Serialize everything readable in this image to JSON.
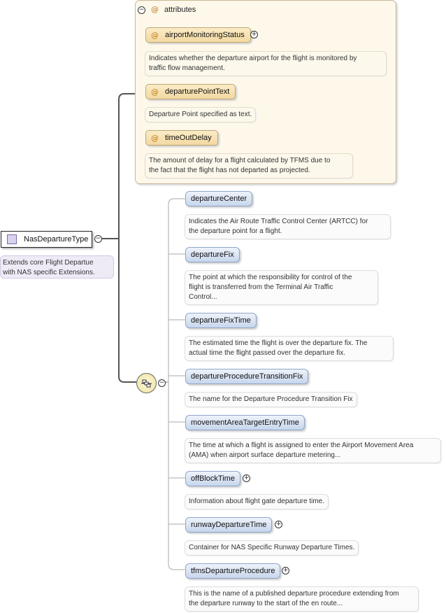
{
  "root": {
    "name": "NasDepartureType",
    "annotation": [
      "Extends core Flight Departue",
      "with NAS specific Extensions."
    ]
  },
  "attributes": {
    "title": "attributes",
    "items": [
      {
        "name": "airportMonitoringStatus",
        "expandable": true,
        "annotation": [
          "Indicates whether the departure airport for the flight is monitored by",
          "traffic flow management."
        ]
      },
      {
        "name": "departurePointText",
        "expandable": false,
        "annotation": [
          "Departure Point specified as text."
        ]
      },
      {
        "name": "timeOutDelay",
        "expandable": false,
        "annotation": [
          "The amount of delay for a flight calculated by TFMS due to",
          "the fact that the flight has not departed as projected."
        ]
      }
    ]
  },
  "elements": [
    {
      "name": "departureCenter",
      "expandable": false,
      "annotation": [
        "Indicates the Air Route Traffic Control Center (ARTCC) for",
        "the departure point for a flight."
      ]
    },
    {
      "name": "departureFix",
      "expandable": false,
      "annotation": [
        "The point at which the responsibility for control of the",
        "flight is transferred from the Terminal Air Traffic",
        "Control..."
      ]
    },
    {
      "name": "departureFixTime",
      "expandable": false,
      "annotation": [
        "The estimated time the flight is over the departure fix. The",
        "actual time the flight passed over the departure fix."
      ]
    },
    {
      "name": "departureProcedureTransitionFix",
      "expandable": false,
      "annotation": [
        "The name for the Departure Procedure Transition Fix"
      ]
    },
    {
      "name": "movementAreaTargetEntryTime",
      "expandable": false,
      "annotation": [
        "The time at which a flight is assigned to enter the Airport Movement Area",
        "(AMA) when airport surface departure metering..."
      ]
    },
    {
      "name": "offBlockTime",
      "expandable": true,
      "annotation": [
        "Information about flight gate departure time."
      ]
    },
    {
      "name": "runwayDepartureTime",
      "expandable": true,
      "annotation": [
        "Container for NAS Specific Runway Departure Times."
      ]
    },
    {
      "name": "tfmsDepartureProcedure",
      "expandable": true,
      "annotation": [
        "This is the name of a published departure procedure extending from",
        "the departure runway to the start of the en route..."
      ]
    }
  ],
  "symbols": {
    "collapse": "−",
    "expand": "+",
    "attribute": "@"
  }
}
